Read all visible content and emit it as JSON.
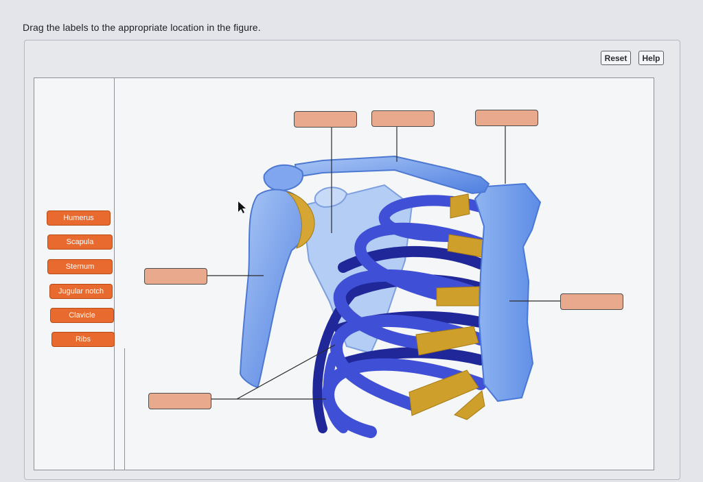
{
  "instruction": "Drag the labels to the appropriate location in the figure.",
  "toolbar": {
    "reset_label": "Reset",
    "help_label": "Help"
  },
  "labels": [
    "Humerus",
    "Scapula",
    "Sternum",
    "Jugular notch",
    "Clavicle",
    "Ribs"
  ],
  "drop_targets_filled": [
    null,
    null,
    null,
    null,
    null,
    null
  ],
  "colors": {
    "label_bg": "#e86a2e",
    "target_bg": "#e8a98c",
    "bone_blue": "#6f99e8",
    "rib_blue": "#2f39b8",
    "cartilage": "#cf9f2b"
  }
}
